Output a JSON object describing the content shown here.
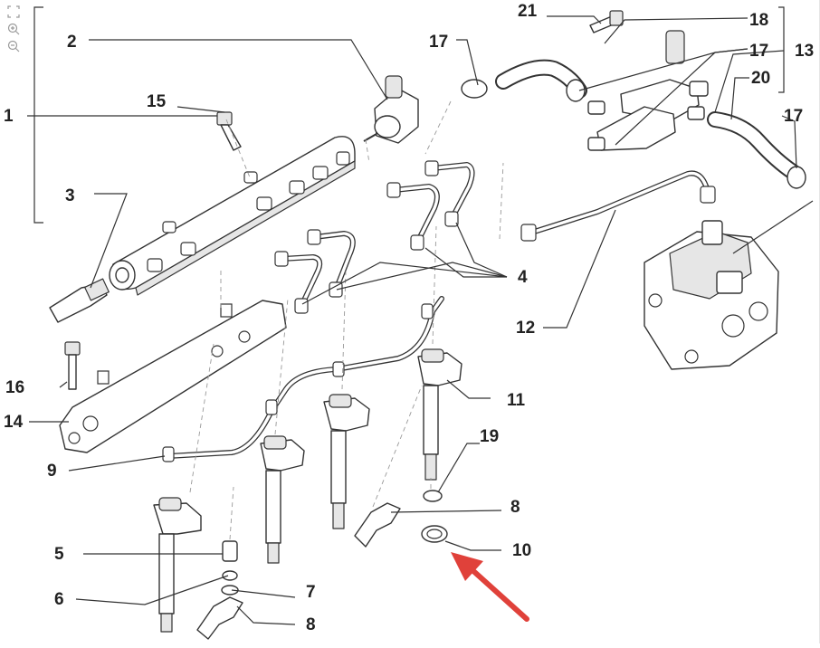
{
  "toolbar": {
    "fit_icon": "fit-screen-icon",
    "zoom_in_icon": "zoom-in-icon",
    "zoom_out_icon": "zoom-out-icon"
  },
  "callouts": {
    "c1": "1",
    "c2": "2",
    "c3": "3",
    "c4": "4",
    "c5": "5",
    "c6": "6",
    "c7": "7",
    "c8a": "8",
    "c8b": "8",
    "c9": "9",
    "c10": "10",
    "c11": "11",
    "c12": "12",
    "c13": "13",
    "c14": "14",
    "c15": "15",
    "c16": "16",
    "c17a": "17",
    "c17b": "17",
    "c17c": "17",
    "c18": "18",
    "c19": "19",
    "c20": "20",
    "c21": "21"
  },
  "colors": {
    "arrow": "#e0413a",
    "line": "#333333"
  }
}
